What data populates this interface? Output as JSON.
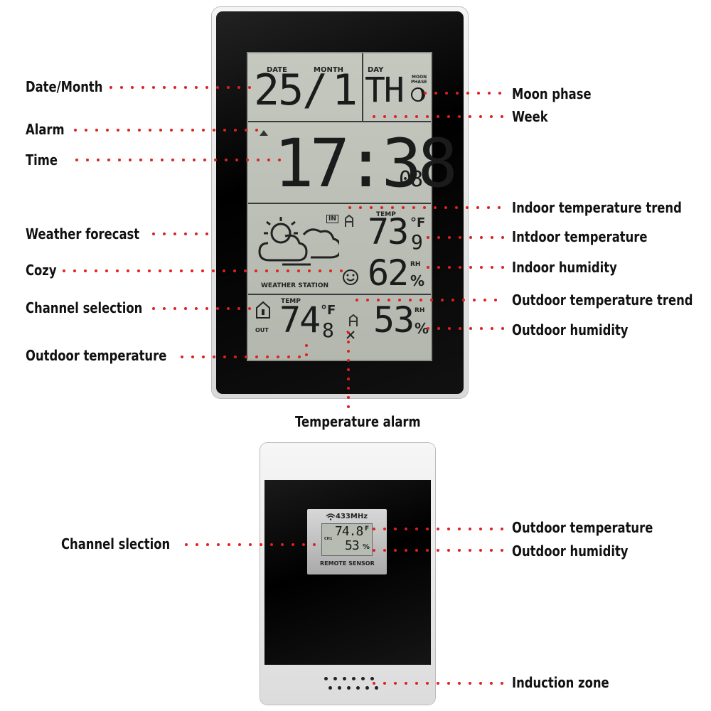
{
  "main_unit": {
    "date_label": "DATE",
    "month_label": "MONTH",
    "date_value": "25/",
    "month_value": "1",
    "day_label": "DAY",
    "day_value": "TH",
    "moon_label_1": "MOON",
    "moon_label_2": "PHASE",
    "time_hm": "17:38",
    "time_sec": "08",
    "in_badge": "IN",
    "temp_label": "TEMP",
    "indoor_temp_main": "73",
    "indoor_temp_dec": "9",
    "indoor_temp_unit": "°F",
    "indoor_rh_label": "RH",
    "indoor_humidity": "62",
    "percent": "%",
    "station_label": "WEATHER STATION",
    "out_label": "OUT",
    "out_temp_label": "TEMP",
    "outdoor_temp_main": "74",
    "outdoor_temp_dec": "8",
    "outdoor_temp_unit": "°F",
    "outdoor_rh_label": "RH",
    "outdoor_humidity": "53"
  },
  "sensor": {
    "freq": "433MHz",
    "temp": "74.8",
    "temp_unit": "F",
    "ch": "CH1",
    "humidity": "53",
    "percent": "%",
    "label": "REMOTE SENSOR"
  },
  "labels": {
    "date_month": "Date/Month",
    "alarm": "Alarm",
    "time": "Time",
    "weather_forecast": "Weather forecast",
    "cozy": "Cozy",
    "channel_selection": "Channel selection",
    "outdoor_temperature_left": "Outdoor temperature",
    "moon_phase": "Moon phase",
    "week": "Week",
    "indoor_temp_trend": "Indoor temperature trend",
    "indoor_temperature": "Intdoor temperature",
    "indoor_humidity": "Indoor humidity",
    "outdoor_temp_trend": "Outdoor temperature trend",
    "outdoor_humidity": "Outdoor humidity",
    "temperature_alarm": "Temperature alarm",
    "channel_slection": "Channel slection",
    "sensor_outdoor_temperature": "Outdoor temperature",
    "sensor_outdoor_humidity": "Outdoor humidity",
    "induction_zone": "Induction zone"
  },
  "colors": {
    "dot": "#e01f1f",
    "lcd": "#b9bdb4",
    "bezel": "#111111"
  }
}
